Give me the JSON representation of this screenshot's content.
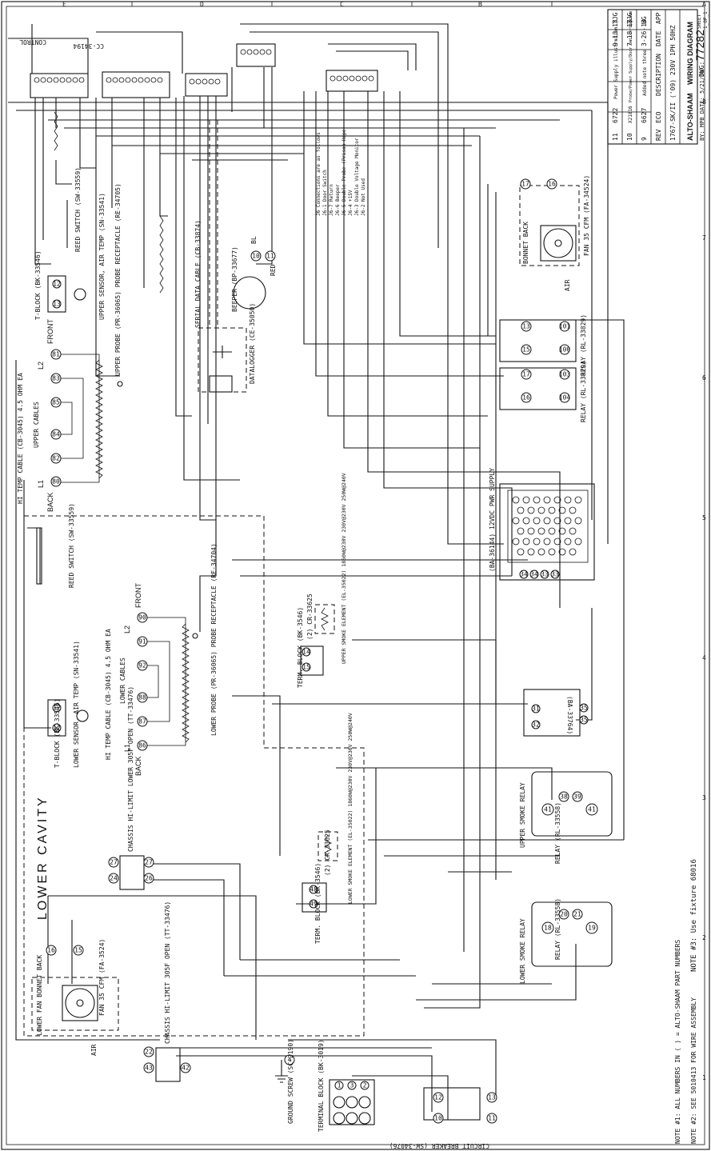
{
  "border": {
    "top_letters": [
      "E",
      "D",
      "C",
      "B",
      "A"
    ],
    "side_numbers": [
      "8",
      "7",
      "6",
      "5",
      "4",
      "3",
      "2",
      "1"
    ]
  },
  "title_block": {
    "revisions": [
      {
        "rev": "11",
        "eco": "6722",
        "description": "Power Supply illustration",
        "date": "9-13-13",
        "app": "TJG"
      },
      {
        "rev": "10",
        "eco": "X21816",
        "description": "Probe/Power Supply/Door Switch Upgrade",
        "date": "7-18-13",
        "app": "TJG"
      },
      {
        "rev": "9",
        "eco": "6627",
        "description": "Added note three",
        "date": "3-26-13",
        "app": "WG"
      },
      {
        "rev": "REV",
        "eco": "ECO",
        "description": "DESCRIPTION",
        "date": "DATE",
        "app": "APP"
      }
    ],
    "model": "1767-SK/II ('09) 230V 1PH 50HZ",
    "logo": "ALTO-SHAAM",
    "title": "WIRING DIAGRAM",
    "dwg_label": "DWG:",
    "dwg_number": "77282",
    "sheet_label": "SHEET",
    "sheet_value": "1_OF_1",
    "drawn_by": "BY: MPB DATE: 5/21/08"
  },
  "notes": {
    "note1": "NOTE #1: ALL NUMBERS IN ( ) = ALTO-SHAAM PART NUMBERS",
    "note2": "NOTE #2: SEE 5010413 FOR WIRE ASSEMBLY",
    "note3": "NOTE #3: Use fixture 68016",
    "j6_title": "J6 Connections are as follows",
    "j6_lines": [
      "J6-1 Door Switch",
      "J6-7 Return",
      "J6-6 Beeper",
      "J6-5 Double Probe (Prison Hope)",
      "J6-4 +15V",
      "J6-3 Double Voltage Monitor",
      "J6-2 Not Used"
    ]
  },
  "labels": {
    "control": "CONTROL",
    "cc_34194": "CC-34194",
    "lower_cavity": "LOWER CAVITY",
    "reed_upper": "REED SWITCH (SW-33559)",
    "reed_lower": "REED SWITCH (SW-33559)",
    "tblock_upper": "T-BLOCK (BK-33546)",
    "tblock_lower": "T-BLOCK (BK-33546)",
    "upper_sensor": "UPPER SENSOR, AIR TEMP (SN-33541)",
    "lower_sensor": "LOWER SENSOR, AIR TEMP (SN-33541)",
    "hi_temp_upper": "HI TEMP CABLE (CB-3045) 4.5 OHM EA",
    "hi_temp_lower": "HI TEMP CABLE (CB-3045) 4.5 OHM EA",
    "upper_cables": "UPPER CABLES",
    "lower_cables": "LOWER CABLES",
    "front": "FRONT",
    "back": "BACK",
    "l1": "L1",
    "l2": "L2",
    "upper_probe": "UPPER PROBE (PR-36065) PROBE RECEPTACLE (RE-34705)",
    "lower_probe": "LOWER PROBE (PR-36065) PROBE RECEPTACLE (RE-34704)",
    "serial_cable": "SERIAL DATA CABLE (CB-33874)",
    "beeper": "BEEPER (BP-33677)",
    "datalogger": "DATALOGGER (CE-35050)",
    "relay_a": "RELAY (RL-33829)",
    "relay_b": "RELAY (RL-33829)",
    "fan_top": "FAN 35 CFM (FA-34524)",
    "bonnet_back_top": "BONNET BACK",
    "power_supply": "(BA-36144) 12VDC PWR SUPPLY",
    "board": "(BA-33764)",
    "upper_smoke_relay": "UPPER SMOKE RELAY",
    "lower_smoke_relay": "LOWER SMOKE RELAY",
    "relay_33558_a": "RELAY (RL-33558)",
    "relay_33558_b": "RELAY (RL-33558)",
    "upper_smoke_element": "UPPER SMOKE ELEMENT (EL-35022) 1860W@230V 230V@230V 250W@240V",
    "lower_smoke_element": "LOWER SMOKE ELEMENT (EL-35022) 1860W@230V 230V@230V 250W@240V",
    "cr_upper": "(2) CR-33625",
    "cr_lower": "(2) CR-33625",
    "term_block_upper": "TERM. BLOCK (BK-3546)",
    "term_block_lower": "TERM. BLOCK (BK-3546)",
    "chassis_lower": "CHASSIS HI-LIMIT LOWER 305F OPEN (TT-33476)",
    "chassis_bottom": "CHASSIS HI-LIMIT 305F OPEN (TT-33476)",
    "lower_fan": "LOWER FAN BONNET BACK",
    "fan_lower": "FAN 35 CFM (FA-3524)",
    "ground_screw": "GROUND SCREW (SC-2190)",
    "terminal_block": "TERMINAL BLOCK (BK-3019)",
    "circuit_breaker": "CIRCUIT BREAKER (SW-34076)",
    "air": "AIR",
    "red": "RED",
    "bl": "BL"
  }
}
